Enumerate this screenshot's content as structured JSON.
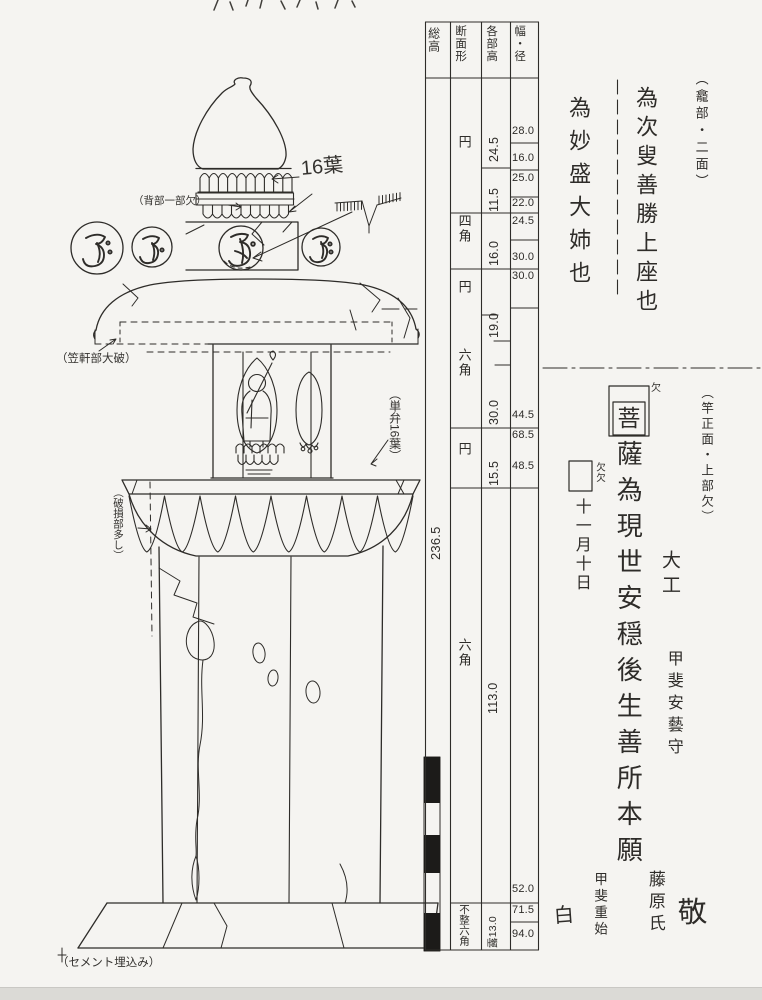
{
  "palette": {
    "paper": "#f5f4f1",
    "ink": "#2e2c29"
  },
  "table": {
    "headers": {
      "h1": "総高",
      "h2": "断面形",
      "h3": "各部高",
      "h4": "幅・径"
    },
    "total_height": "236.5",
    "shapes": {
      "s1": "円",
      "s2": "四角",
      "s3": "円",
      "s4": "六角",
      "s5": "円",
      "s6": "六角",
      "s7": "不整六角"
    },
    "part_heights": {
      "p1": "24.5",
      "p2": "11.5",
      "p3": "16.0",
      "p4": "19.0",
      "p5": "30.0",
      "p6": "15.5",
      "p7": "113.0",
      "p8": "露13.0"
    },
    "widths": {
      "w1": "28.0",
      "w2": "16.0",
      "w3": "25.0",
      "w4": "22.0",
      "w5": "24.5",
      "w6": "30.0",
      "w7": "30.0",
      "w8": "44.5",
      "w9": "68.5",
      "w10": "48.5",
      "w11": "52.0",
      "w12": "71.5",
      "w13": "94.0"
    }
  },
  "annotations": {
    "leaves": "16葉",
    "back_missing": "（背部一部欠）",
    "kasa": "（笠軒部大破）",
    "tanben": "（単弁16葉）",
    "hason": "（破損部多し）",
    "cement": "（セメント埋込み）"
  },
  "inscriptions": {
    "front_note": "（龕部・二面）",
    "front_line1": "為次叟善勝上座也",
    "front_line2": "為妙盛大姉也",
    "shaft_note": "（竿正面・上部欠）",
    "missing1": "欠",
    "missing2": "欠欠",
    "boxed_char": "菩",
    "shaft_line": "薩為現世安穏後生善所本願",
    "date": "十一月十日",
    "daiku": "大工",
    "mason_title": "甲斐安藝守",
    "clan": "藤原氏",
    "mason_name": "甲斐重始",
    "kei": "敬",
    "haku": "白"
  }
}
